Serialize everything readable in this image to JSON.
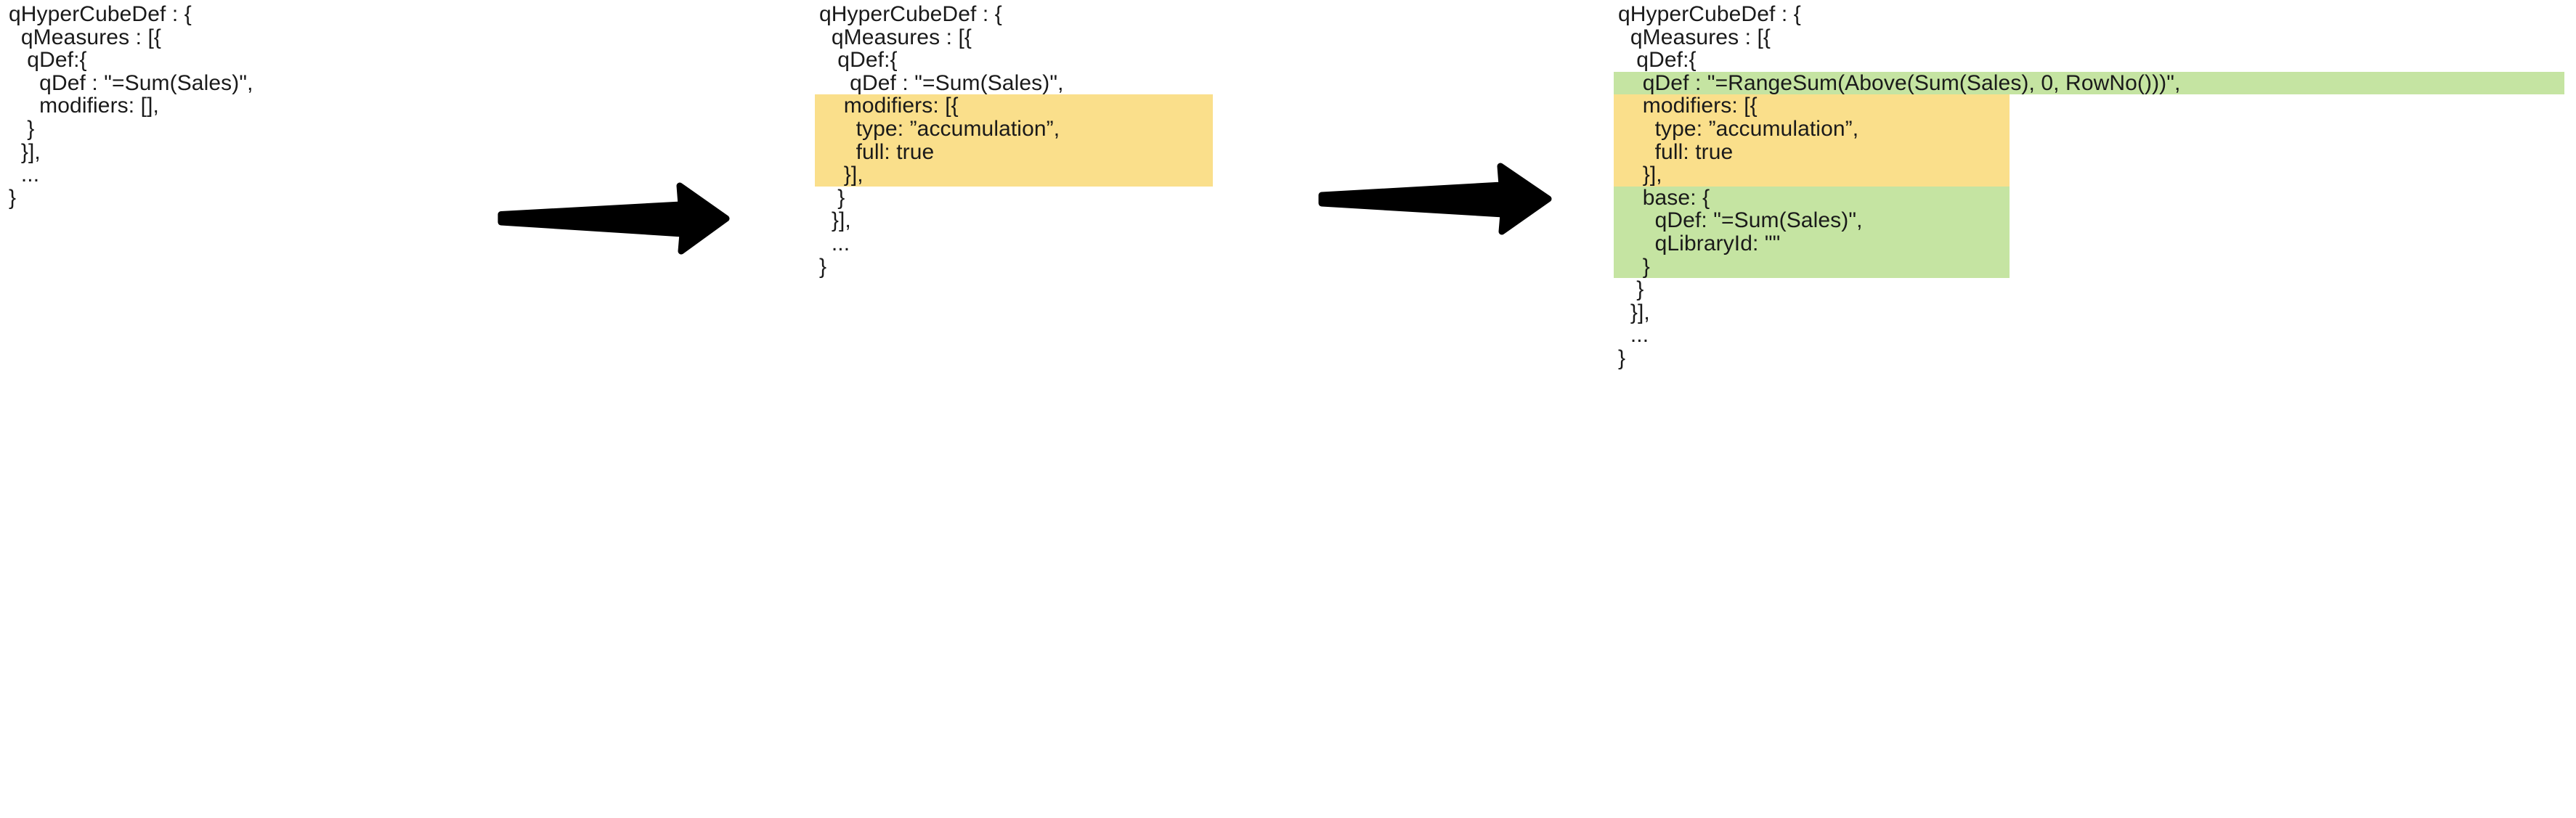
{
  "diagram": {
    "title": "qHyperCubeDef measure modifier transformation",
    "colors": {
      "highlight_yellow": "#fadf8b",
      "highlight_green": "#c5e4a2",
      "text": "#1a1a1a",
      "arrow": "#000000",
      "background": "#ffffff"
    }
  },
  "panels": [
    {
      "id": "panel-1",
      "name": "original-measure-definition",
      "groups": [
        {
          "highlight": "none",
          "lines": [
            "qHyperCubeDef : {",
            "  qMeasures : [{",
            "   qDef:{",
            "     qDef : \"=Sum(Sales)\",",
            "     modifiers: [],",
            "   }",
            "  }],",
            "  ...",
            "}"
          ]
        }
      ]
    },
    {
      "id": "panel-2",
      "name": "measure-with-modifier-added",
      "groups": [
        {
          "highlight": "none",
          "lines": [
            "qHyperCubeDef : {",
            "  qMeasures : [{",
            "   qDef:{",
            "     qDef : \"=Sum(Sales)\","
          ]
        },
        {
          "highlight": "yellow",
          "lines": [
            "    modifiers: [{",
            "      type: ”accumulation”,",
            "      full: true",
            "    }],"
          ]
        },
        {
          "highlight": "none",
          "lines": [
            "   }",
            "  }],",
            "  ...",
            "}"
          ]
        }
      ]
    },
    {
      "id": "panel-3",
      "name": "measure-after-modifier-applied",
      "groups": [
        {
          "highlight": "none",
          "lines": [
            "qHyperCubeDef : {",
            "  qMeasures : [{",
            "   qDef:{"
          ]
        },
        {
          "highlight": "green",
          "wide": true,
          "lines": [
            "    qDef : \"=RangeSum(Above(Sum(Sales), 0, RowNo()))\","
          ]
        },
        {
          "highlight": "yellow",
          "lines": [
            "    modifiers: [{",
            "      type: ”accumulation”,",
            "      full: true",
            "    }],"
          ]
        },
        {
          "highlight": "green",
          "lines": [
            "    base: {",
            "      qDef: \"=Sum(Sales)\",",
            "      qLibraryId: \"\"",
            "    }"
          ]
        },
        {
          "highlight": "none",
          "lines": [
            "   }",
            "  }],",
            "  ...",
            "}"
          ]
        }
      ]
    }
  ],
  "arrows": [
    {
      "id": "arrow-1",
      "name": "transform-arrow-step-1",
      "direction": "right"
    },
    {
      "id": "arrow-2",
      "name": "transform-arrow-step-2",
      "direction": "right"
    }
  ]
}
